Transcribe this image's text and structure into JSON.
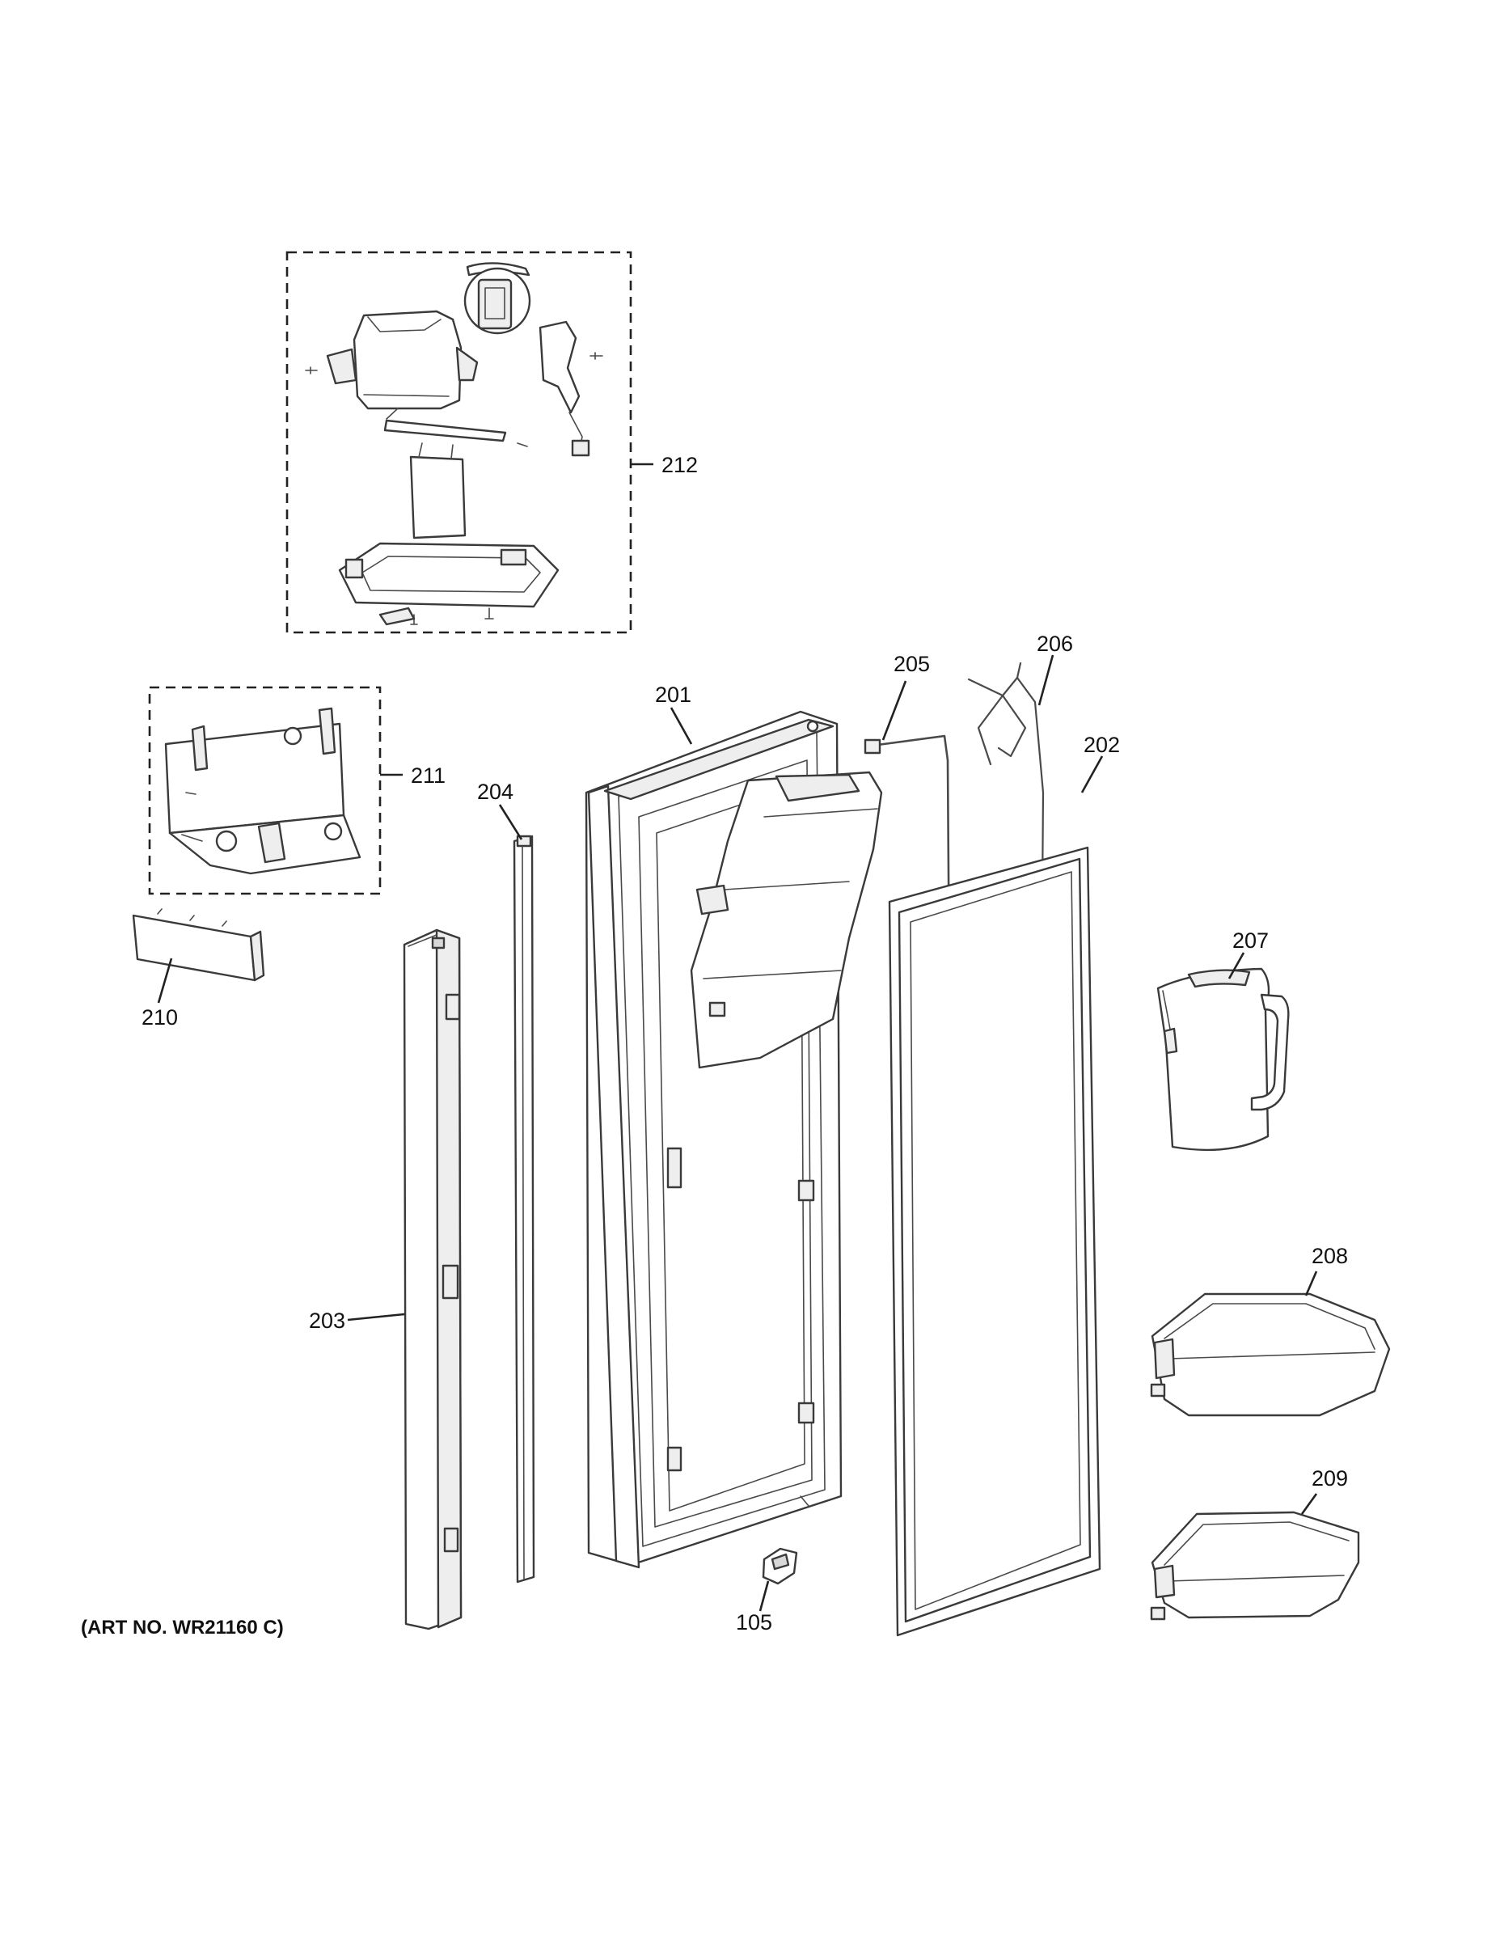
{
  "callouts": {
    "c212": "212",
    "c211": "211",
    "c210": "210",
    "c204": "204",
    "c203": "203",
    "c201": "201",
    "c205": "205",
    "c206": "206",
    "c202": "202",
    "c207": "207",
    "c208": "208",
    "c209": "209",
    "c105": "105"
  },
  "caption": "(ART NO. WR21160 C)"
}
